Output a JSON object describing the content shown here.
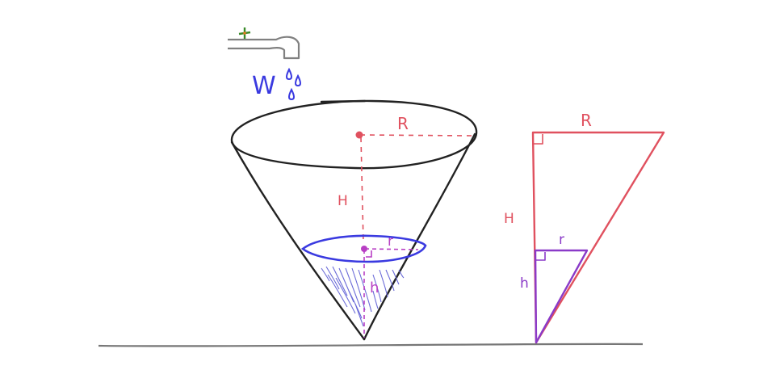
{
  "labels": {
    "flow": "W",
    "big_radius": "R",
    "big_height": "H",
    "water_radius": "r",
    "water_height": "h",
    "tri_big_radius": "R",
    "tri_big_height": "H",
    "tri_water_radius": "r",
    "tri_water_height": "h"
  },
  "colors": {
    "outline": "#222222",
    "ground": "#777777",
    "dimension": "#e0515f",
    "water": "#3a3ae0",
    "water_hatch": "#6b6bd8",
    "small_dimension": "#b83fc4",
    "tap": "#808080",
    "tap_handle": "#3a8a2a",
    "tap_dot": "#e07b20"
  }
}
